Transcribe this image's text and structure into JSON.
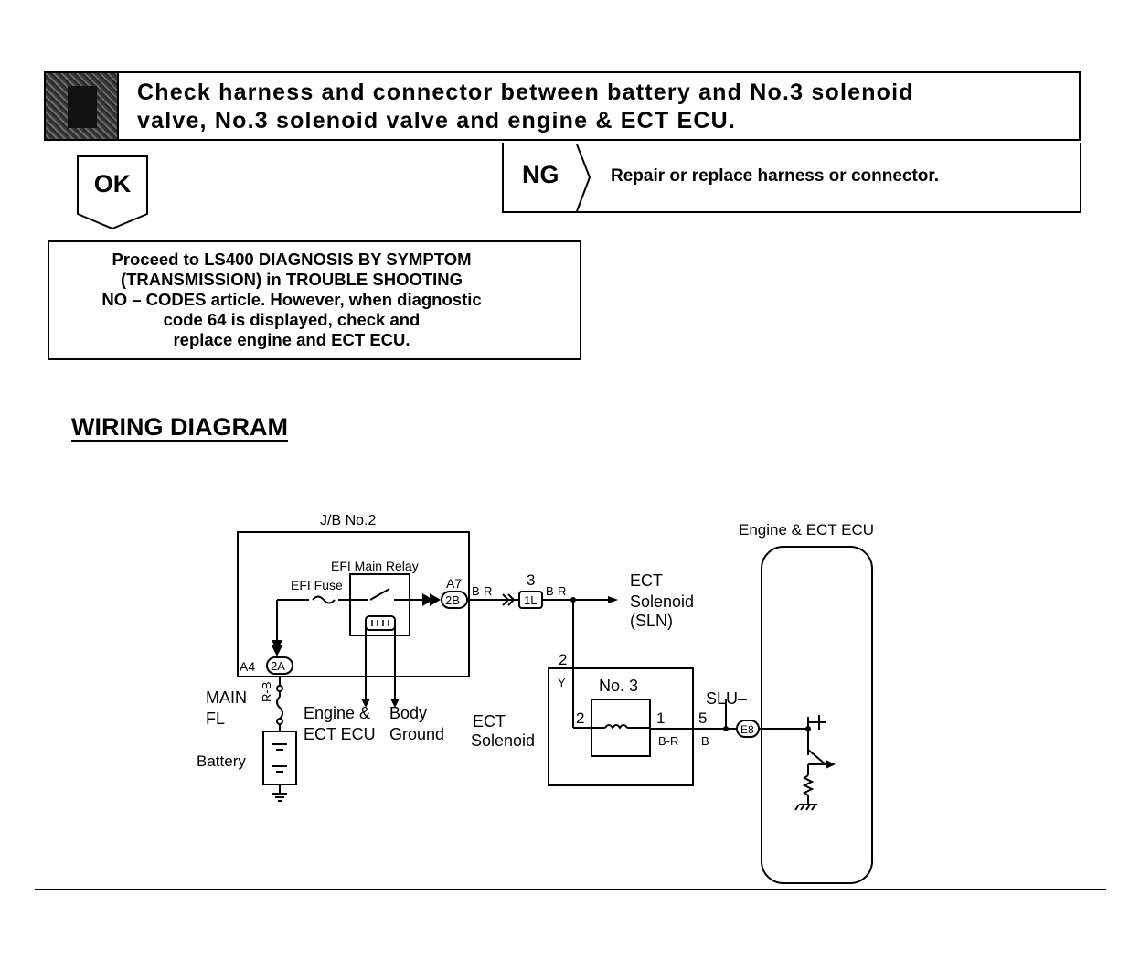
{
  "step": {
    "text": "Check harness and connector between battery and No.3 solenoid\nvalve, No.3 solenoid valve and engine & ECT ECU."
  },
  "ok": {
    "label": "OK"
  },
  "ng": {
    "label": "NG",
    "action": "Repair or replace harness or connector."
  },
  "proceed": {
    "text": "Proceed to LS400 DIAGNOSIS BY SYMPTOM\n(TRANSMISSION) in TROUBLE SHOOTING\nNO  –  CODES article. However, when diagnostic\ncode 64 is displayed, check and\nreplace engine and ECT ECU."
  },
  "diagram": {
    "title": "WIRING DIAGRAM",
    "jb_label": "J/B No.2",
    "efi_main_relay": "EFI Main Relay",
    "efi_fuse": "EFI Fuse",
    "pin_a7": "A7",
    "pin_a4": "A4",
    "connector_2b": "2B",
    "connector_2a": "2A",
    "connector_1l": "1L",
    "connector_e8": "E8",
    "wire_br_1": "B-R",
    "wire_br_2": "B-R",
    "wire_br_3": "B-R",
    "wire_rb": "R-B",
    "wire_y": "Y",
    "wire_b": "B",
    "pin_3": "3",
    "pin_2_top": "2",
    "pin_2_inner": "2",
    "pin_1": "1",
    "pin_5": "5",
    "ect_sln_line1": "ECT",
    "ect_sln_line2": "Solenoid",
    "ect_sln_line3": "(SLN)",
    "main_fl_line1": "MAIN",
    "main_fl_line2": "FL",
    "battery": "Battery",
    "engine_ecu_line1": "Engine &",
    "engine_ecu_line2": "ECT ECU",
    "body_ground_line1": "Body",
    "body_ground_line2": "Ground",
    "ect_solenoid_line1": "ECT",
    "ect_solenoid_line2": "Solenoid",
    "no3": "No. 3",
    "slu": "SLU–",
    "ecu_title": "Engine & ECT ECU"
  }
}
